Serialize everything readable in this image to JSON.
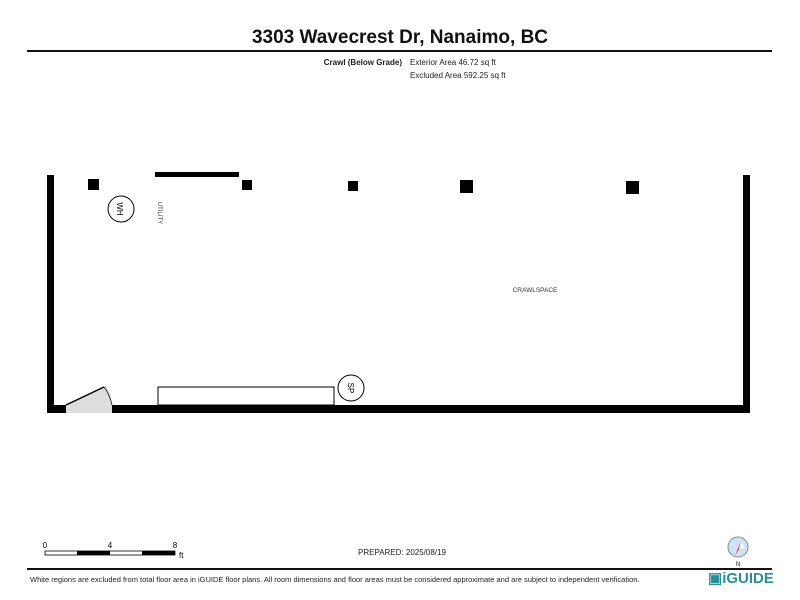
{
  "header": {
    "title": "3303 Wavecrest Dr, Nanaimo, BC"
  },
  "level": {
    "name": "Crawl (Below Grade)",
    "exterior_area": "Exterior Area 46.72 sq ft",
    "excluded_area": "Excluded Area 592.25 sq ft"
  },
  "rooms": {
    "utility": "UTILITY",
    "crawlspace": "CRAWLSPACE",
    "water_heater": "WH",
    "sump_pump": "SP"
  },
  "scale": {
    "ticks": [
      "0",
      "4",
      "8"
    ],
    "unit": "ft"
  },
  "prepared": "PREPARED: 2025/08/19",
  "compass": {
    "label": "N",
    "needle_color": "#d9232e"
  },
  "footer": {
    "disclaimer": "White regions are excluded from total floor area in iGUIDE floor plans. All room dimensions and floor areas must be considered approximate and are subject to independent verification.",
    "logo": "iGUIDE",
    "logo_color": "#2a8f9a"
  }
}
